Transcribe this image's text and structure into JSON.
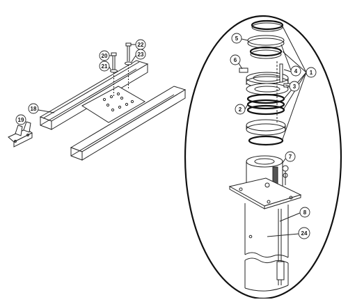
{
  "callouts": {
    "c1": "1",
    "c2": "2",
    "c3": "3",
    "c4": "4",
    "c5": "5",
    "c6": "6",
    "c7": "7",
    "c8": "8",
    "c18": "18",
    "c19": "19",
    "c20": "20",
    "c21": "21",
    "c22": "22",
    "c23": "23",
    "c24": "24"
  },
  "colors": {
    "ink": "#222222",
    "paper": "#ffffff"
  }
}
